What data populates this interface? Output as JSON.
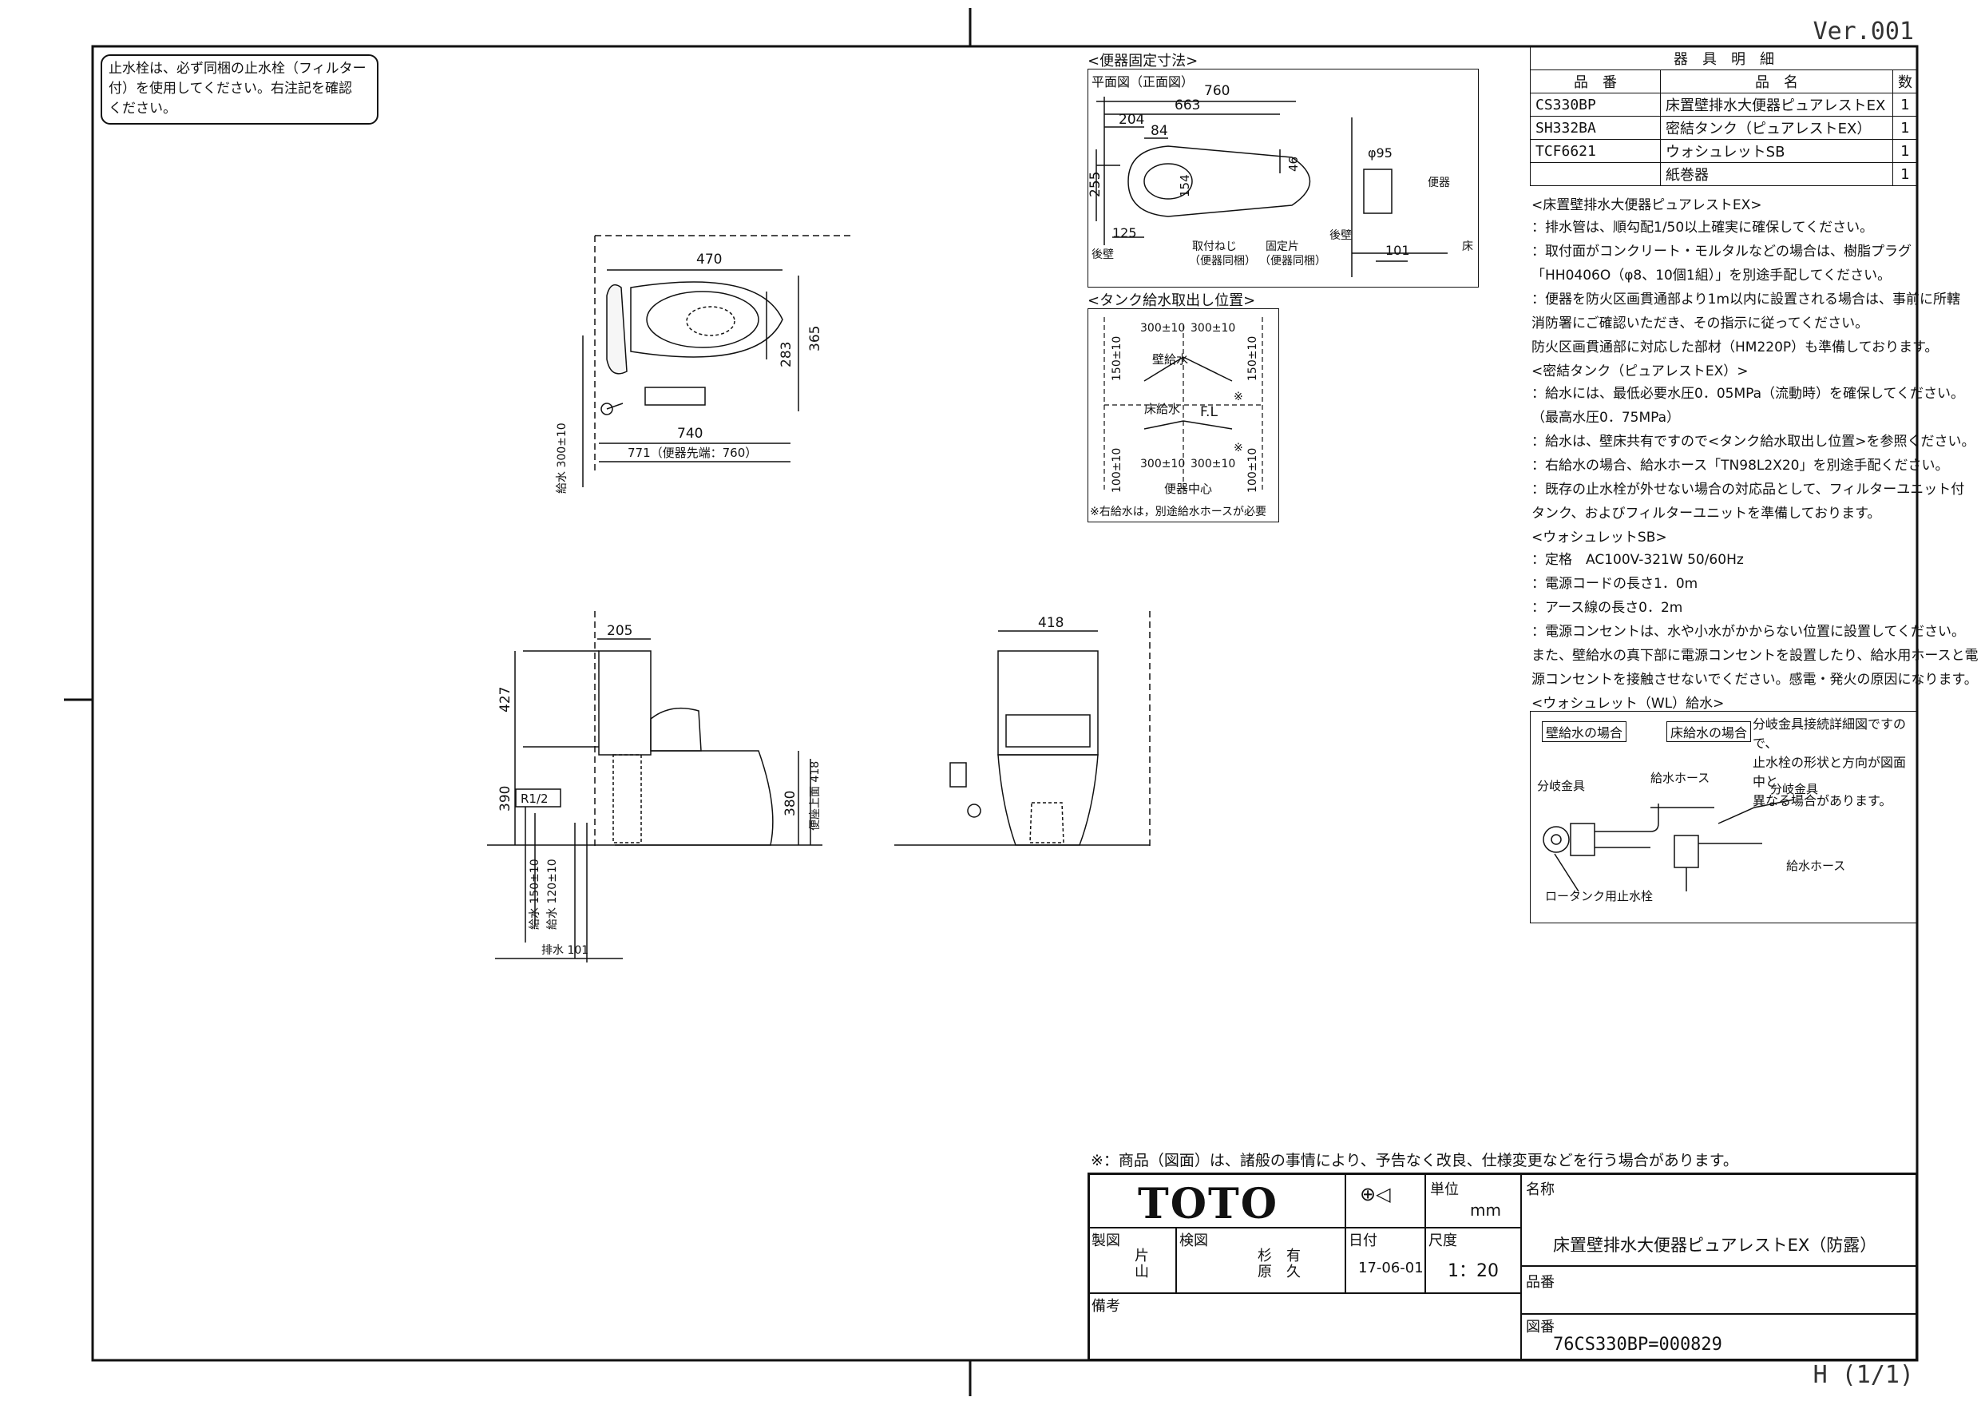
{
  "version": "Ver.001",
  "page": "H (1/1)",
  "caution_box": {
    "lines": [
      "止水栓は、必ず同梱の止水栓（フィルター",
      "付）を使用してください。右注記を確認",
      "ください。"
    ]
  },
  "parts_table": {
    "title": "器　具　明　細",
    "headers": [
      "品　番",
      "品　名",
      "数"
    ],
    "rows": [
      {
        "code": "CS330BP",
        "name": "床置壁排水大便器ピュアレストEX",
        "qty": "1"
      },
      {
        "code": "SH332BA",
        "name": "密結タンク（ピュアレストEX）",
        "qty": "1"
      },
      {
        "code": "TCF6621",
        "name": "ウォシュレットSB",
        "qty": "1"
      },
      {
        "code": "",
        "name": "紙巻器",
        "qty": "1"
      }
    ]
  },
  "fixing": {
    "title": "<便器固定寸法>",
    "subtitle": "平面図（正面図）",
    "dims": {
      "d760": "760",
      "d663": "663",
      "d204": "204",
      "d84": "84",
      "d255": "255",
      "d154": "154",
      "d46": "46",
      "d125": "125",
      "d95": "φ95",
      "d101": "101"
    },
    "labels": {
      "screw": "取付ねじ",
      "screw2": "（便器同梱）",
      "fix": "固定片",
      "fix2": "（便器同梱）",
      "wall": "後壁",
      "wall2": "後壁",
      "toilet": "便器",
      "floor": "床"
    }
  },
  "tank_supply": {
    "title": "<タンク給水取出し位置>",
    "dims": {
      "h300a": "300±10",
      "h300b": "300±10",
      "h300c": "300±10",
      "h300d": "300±10",
      "v150a": "150±10",
      "v150b": "150±10",
      "v100a": "100±10",
      "v100b": "100±10"
    },
    "labels": {
      "wall_supply": "壁給水",
      "floor_supply": "床給水",
      "fl": "F.L",
      "center": "便器中心",
      "mark1": "※",
      "mark2": "※"
    },
    "note": "※右給水は，別途給水ホースが必要"
  },
  "plan_view": {
    "dims": {
      "d470": "470",
      "d365": "365",
      "d283": "283",
      "d740": "740",
      "d771": "771（便器先端：760）",
      "supply300": "給水 300±10"
    }
  },
  "side_view": {
    "dims": {
      "d205": "205",
      "d427": "427",
      "d390": "390",
      "d380": "380",
      "d418v": "便座上面 418",
      "r12": "R1/2",
      "s150": "給水 150±10",
      "s120": "給水 120±10",
      "drain101": "排水 101"
    }
  },
  "front_view": {
    "dims": {
      "d418": "418"
    }
  },
  "notes": {
    "toilet": {
      "title": "<床置壁排水大便器ピュアレストEX>",
      "lines": [
        "：排水管は、順勾配1/50以上確実に確保してください。",
        "：取付面がコンクリート・モルタルなどの場合は、樹脂プラグ",
        "「HH0406O（φ8、10個1組）」を別途手配してください。",
        "：便器を防火区画貫通部より1m以内に設置される場合は、事前に所轄",
        "消防署にご確認いただき、その指示に従ってください。",
        "防火区画貫通部に対応した部材（HM220P）も準備しております。"
      ]
    },
    "tank": {
      "title": "<密結タンク（ピュアレストEX）>",
      "lines": [
        "：給水には、最低必要水圧0．05MPa（流動時）を確保してください。",
        "（最高水圧0．75MPa）",
        "：給水は、壁床共有ですので<タンク給水取出し位置>を参照ください。",
        "：右給水の場合、給水ホース「TN98L2X20」を別途手配ください。",
        "：既存の止水栓が外せない場合の対応品として、フィルターユニット付",
        "タンク、およびフィルターユニットを準備しております。"
      ]
    },
    "washlet": {
      "title": "<ウォシュレットSB>",
      "lines": [
        "：定格　AC100V-321W 50/60Hz",
        "：電源コードの長さ1．0m",
        "：アース線の長さ0．2m",
        "：電源コンセントは、水や小水がかからない位置に設置してください。",
        "また、壁給水の真下部に電源コンセントを設置したり、給水用ホースと電",
        "源コンセントを接触させないでください。感電・発火の原因になります。"
      ]
    },
    "washlet_wl": {
      "title": "<ウォシュレット（WL）給水>",
      "tag_wall": "壁給水の場合",
      "tag_floor": "床給水の場合",
      "desc": [
        "分岐金具接続詳細図ですので、",
        "止水栓の形状と方向が図面中と",
        "異なる場合があります。"
      ],
      "labels": {
        "branch1": "分岐金具",
        "hose1": "給水ホース",
        "branch2": "分岐金具",
        "hose2": "給水ホース",
        "stop": "ロータンク用止水栓"
      }
    }
  },
  "disclaimer": "※：商品（図面）は、諸般の事情により、予告なく改良、仕様変更などを行う場合があります。",
  "title_block": {
    "logo": "TOTO",
    "unit_label": "単位",
    "unit": "mm",
    "name_label": "名称",
    "product_name": "床置壁排水大便器ピュアレストEX（防露）",
    "drawn_label": "製図",
    "drawn_by": [
      "片",
      "山"
    ],
    "checked_label": "検図",
    "checked_by": [
      "杉　有",
      "原　久"
    ],
    "date_label": "日付",
    "date": "17-06-01",
    "scale_label": "尺度",
    "scale": "1：20",
    "part_no_label": "品番",
    "remarks_label": "備考",
    "drawing_no_label": "図番",
    "drawing_no": "76CS330BP=000829"
  }
}
